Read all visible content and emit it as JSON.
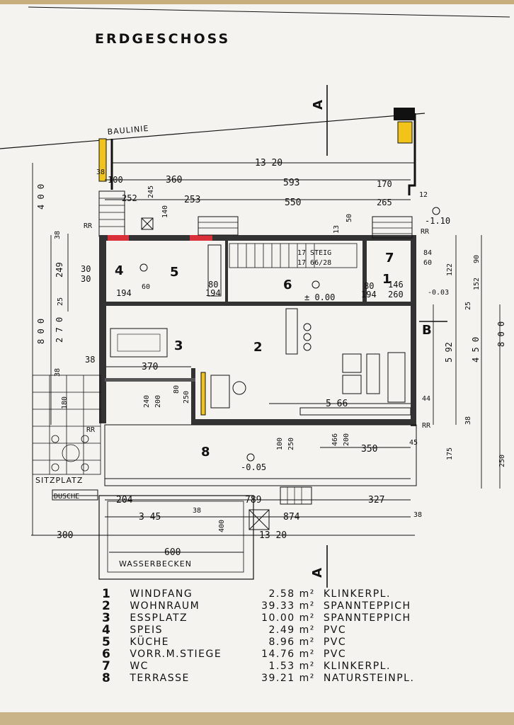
{
  "title": "ERDGESCHOSS",
  "section_markers": {
    "a_top": "A",
    "a_bottom": "A",
    "b_right": "B"
  },
  "labels": {
    "baulinie": "BAULINIE",
    "sitzplatz": "SITZPLATZ",
    "dusche": "DUSCHE",
    "wasserbecken": "WASSERBECKEN",
    "steig": "17 STEIG",
    "steig2": "17 66/28",
    "level_main": "± 0.00",
    "level_terrace": "-0.05",
    "level_entry": "-1.10",
    "level_wc": "-0.03",
    "rr_left": "RR",
    "rr_right": "RR",
    "rr_wc": "RR",
    "rr_bottom": "RR"
  },
  "rooms": {
    "r1": "1",
    "r2": "2",
    "r3": "3",
    "r4": "4",
    "r5": "5",
    "r6": "6",
    "r7": "7",
    "r8": "8"
  },
  "dims": {
    "d1320_top": "13 20",
    "d100": "100",
    "d360": "360",
    "d593": "593",
    "d170": "170",
    "d252": "252",
    "d253": "253",
    "d550": "550",
    "d265": "265",
    "d245": "245",
    "d140": "140",
    "d38a": "38",
    "d12": "12",
    "d30a": "30",
    "d30b": "30",
    "d60": "60",
    "d194a": "194",
    "d80a": "80",
    "d194b": "194",
    "d80b": "80",
    "d194c": "194",
    "d146": "146",
    "d260": "260",
    "d84": "84",
    "d60b": "60",
    "d370": "370",
    "d38b": "38",
    "d240": "240",
    "d200": "200",
    "d80c": "80",
    "d250a": "250",
    "d566": "5 66",
    "d44": "44",
    "d466": "466",
    "d200b": "200",
    "d350": "350",
    "d45": "45",
    "d100b": "100",
    "d250b": "250",
    "d204": "204",
    "d345": "3 45",
    "d789": "789",
    "d327": "327",
    "d874": "874",
    "d1320_bot": "13 20",
    "d300": "300",
    "d600": "600",
    "d400_left": "4 0 0",
    "d800_left": "8 0 0",
    "d270": "2 7 0",
    "d249": "249",
    "d25": "25",
    "d38_l": "38",
    "d38_l2": "38",
    "d180": "180",
    "d592": "5 92",
    "d450": "4 5 0",
    "d800_right": "8 0 0",
    "d175": "175",
    "d250_right": "250",
    "d38_r": "38",
    "d90": "90",
    "d152": "152",
    "d122": "122",
    "d25_r": "25",
    "d400_mid": "400",
    "d38_m": "38",
    "d38_m2": "38",
    "d50": "50",
    "d13": "13"
  },
  "legend": [
    {
      "num": "1",
      "name": "WINDFANG",
      "area": "2.58",
      "unit": "m²",
      "material": "KLINKERPL."
    },
    {
      "num": "2",
      "name": "WOHNRAUM",
      "area": "39.33",
      "unit": "m²",
      "material": "SPANNTEPPICH"
    },
    {
      "num": "3",
      "name": "ESSPLATZ",
      "area": "10.00",
      "unit": "m²",
      "material": "SPANNTEPPICH"
    },
    {
      "num": "4",
      "name": "SPEIS",
      "area": "2.49",
      "unit": "m²",
      "material": "PVC"
    },
    {
      "num": "5",
      "name": "KÜCHE",
      "area": "8.96",
      "unit": "m²",
      "material": "PVC"
    },
    {
      "num": "6",
      "name": "VORR.M.STIEGE",
      "area": "14.76",
      "unit": "m²",
      "material": "PVC"
    },
    {
      "num": "7",
      "name": "WC",
      "area": "1.53",
      "unit": "m²",
      "material": "KLINKERPL."
    },
    {
      "num": "8",
      "name": "TERRASSE",
      "area": "39.21",
      "unit": "m²",
      "material": "NATURSTEINPL."
    }
  ],
  "colors": {
    "wall": "#222222",
    "accent_red": "#d9303a",
    "accent_yellow": "#f0c419",
    "ink": "#111111"
  }
}
